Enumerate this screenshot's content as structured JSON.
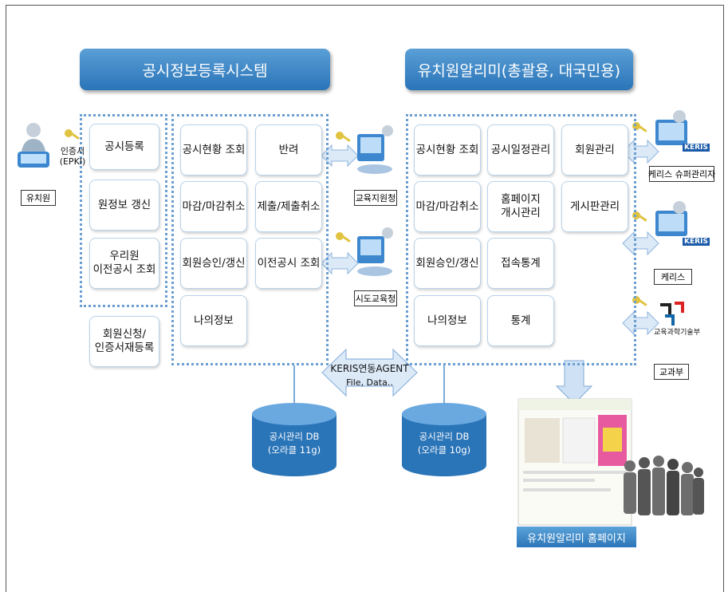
{
  "left_system": {
    "title": "공시정보등록시스템"
  },
  "right_system": {
    "title": "유치원알리미(총괄용, 대국민용)"
  },
  "kindergarten": {
    "label": "유치원",
    "cert_label": "인증서\n(EPKI)"
  },
  "left_column": [
    "공시등록",
    "원정보 갱신",
    "우리원\n이전공시 조회"
  ],
  "member_reg": "회원신청/\n인증서재등록",
  "mid_left": [
    "공시현황 조회",
    "반려",
    "마감/마감취소",
    "제출/제출취소",
    "회원승인/갱신",
    "이전공시 조회",
    "나의정보"
  ],
  "education_office": "교육지원청",
  "provincial_office": "시도교육청",
  "agent": {
    "label": "KERIS연동AGENT",
    "sub": "File, Data.."
  },
  "right_boxes": [
    "공시현황 조회",
    "공시일정관리",
    "회원관리",
    "마감/마감취소",
    "홈페이지\n개시관리",
    "게시판관리",
    "회원승인/갱신",
    "접속통계",
    "나의정보",
    "통계"
  ],
  "db_left": "공시관리 DB\n(오라클 11g)",
  "db_right": "공시관리 DB\n(오라클 10g)",
  "keris_super": "케리스 슈퍼관리자",
  "keris": "케리스",
  "keris_logo": "KERIS",
  "ministry": "교과부",
  "ministry_logo": "교육과학기술부",
  "homepage_banner": "유치원알리미 홈페이지",
  "colors": {
    "header": "#2a74b8",
    "dots": "#6b9ed1",
    "arrow": "#d8e8f8"
  }
}
